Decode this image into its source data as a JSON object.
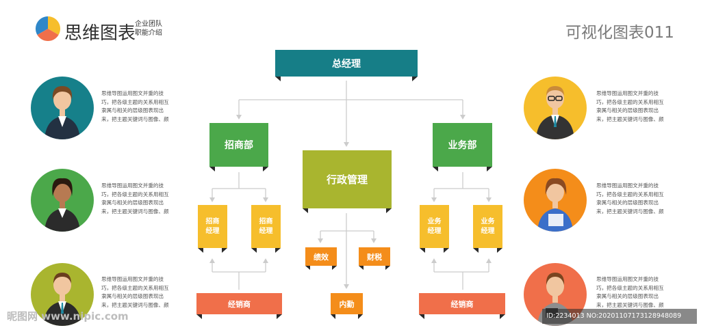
{
  "brand": {
    "title": "思维图表",
    "sub1": "企业团队",
    "sub2": "职能介绍"
  },
  "page_id": "可视化图表011",
  "description_lines": [
    "思维导图运用图文并重的技",
    "巧，把各级主题的关系用相互",
    "隶属与相关的层级图表现出",
    "来，把主题关键词与图像、颜"
  ],
  "nodes": {
    "ceo": "总经理",
    "zhaoshang": "招商部",
    "admin": "行政管理",
    "sales": "业务部",
    "zs_mgr_1": [
      "招商",
      "经理"
    ],
    "zs_mgr_2": [
      "招商",
      "经理"
    ],
    "yw_mgr_1": [
      "业务",
      "经理"
    ],
    "yw_mgr_2": [
      "业务",
      "经理"
    ],
    "performance": "绩效",
    "tax": "财税",
    "attendance": "内勤",
    "dealer_left": "经销商",
    "dealer_right": "经销商"
  },
  "colors": {
    "teal": "#167e87",
    "green": "#4ba84a",
    "olive": "#a9b52f",
    "yellow": "#f6be2c",
    "orange": "#f48d1a",
    "coral": "#f06f4a",
    "line": "#cccccc"
  },
  "avatars": [
    {
      "icon": "businesswoman-avatar-icon",
      "bg": "#16808a"
    },
    {
      "icon": "receptionist-avatar-icon",
      "bg": "#4ba84a"
    },
    {
      "icon": "businessman-avatar-icon",
      "bg": "#a9b52f"
    },
    {
      "icon": "glasses-man-avatar-icon",
      "bg": "#f6be2c"
    },
    {
      "icon": "woman-with-folder-avatar-icon",
      "bg": "#f48d1a"
    },
    {
      "icon": "woman-with-tablet-avatar-icon",
      "bg": "#f06f4a"
    }
  ],
  "watermark": "昵图网 www.nipic.com",
  "image_id": "ID:2234013 NO:20201107173128948089"
}
